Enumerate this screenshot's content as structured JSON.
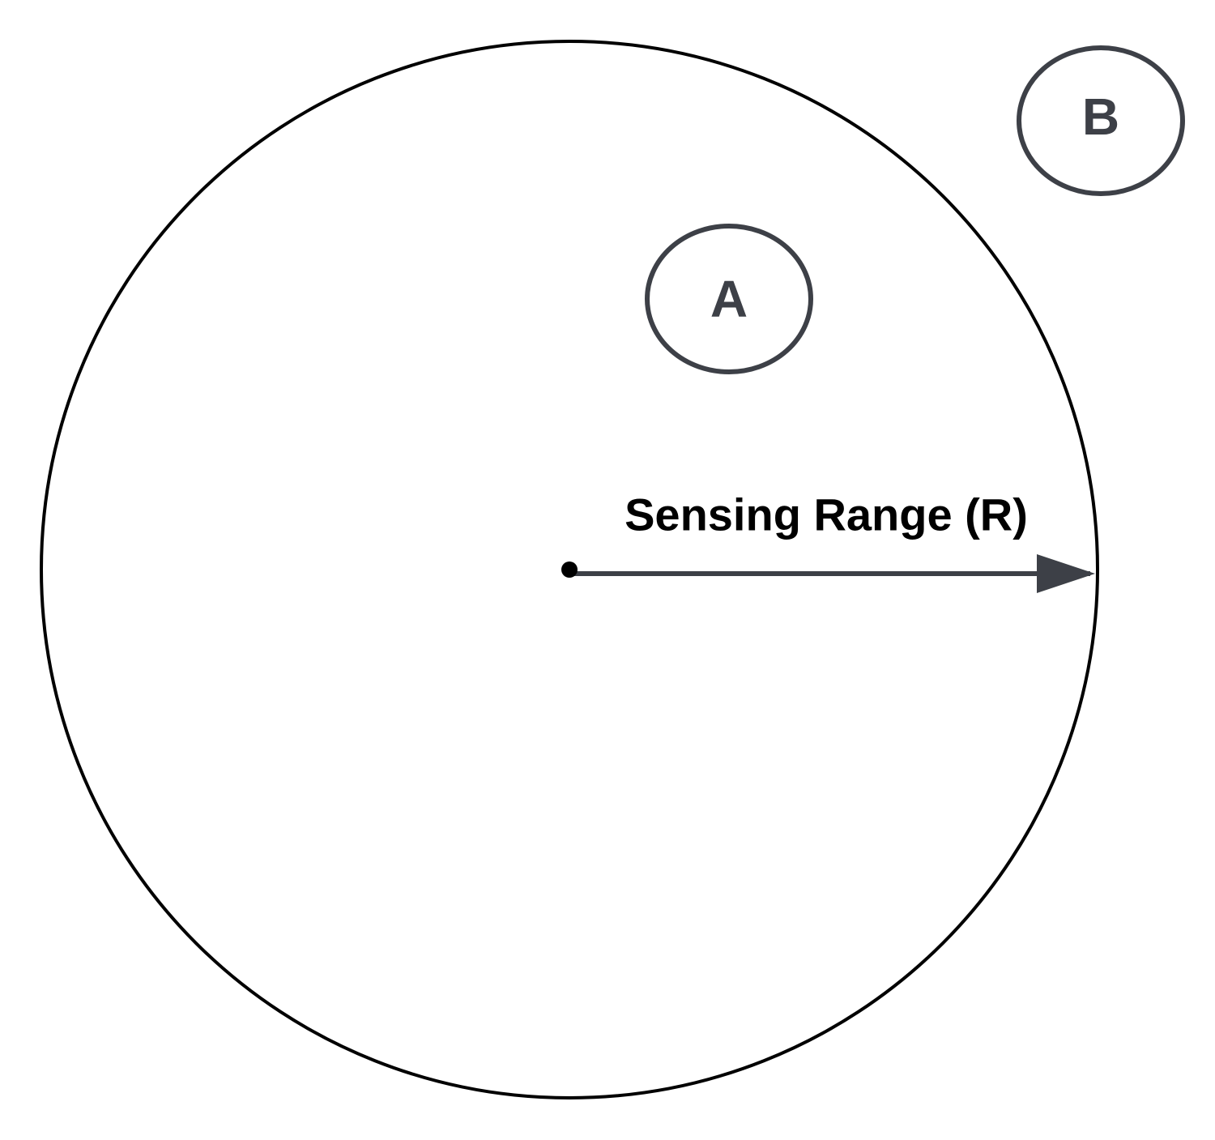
{
  "nodes": {
    "a_label": "A",
    "b_label": "B"
  },
  "range": {
    "label": "Sensing Range (R)"
  },
  "colors": {
    "range_circle": "#000000",
    "node_stroke": "#3d4047",
    "node_text": "#3d4047",
    "arrow": "#3d4047",
    "label_text": "#000000",
    "center_dot": "#000000",
    "background": "#ffffff"
  }
}
